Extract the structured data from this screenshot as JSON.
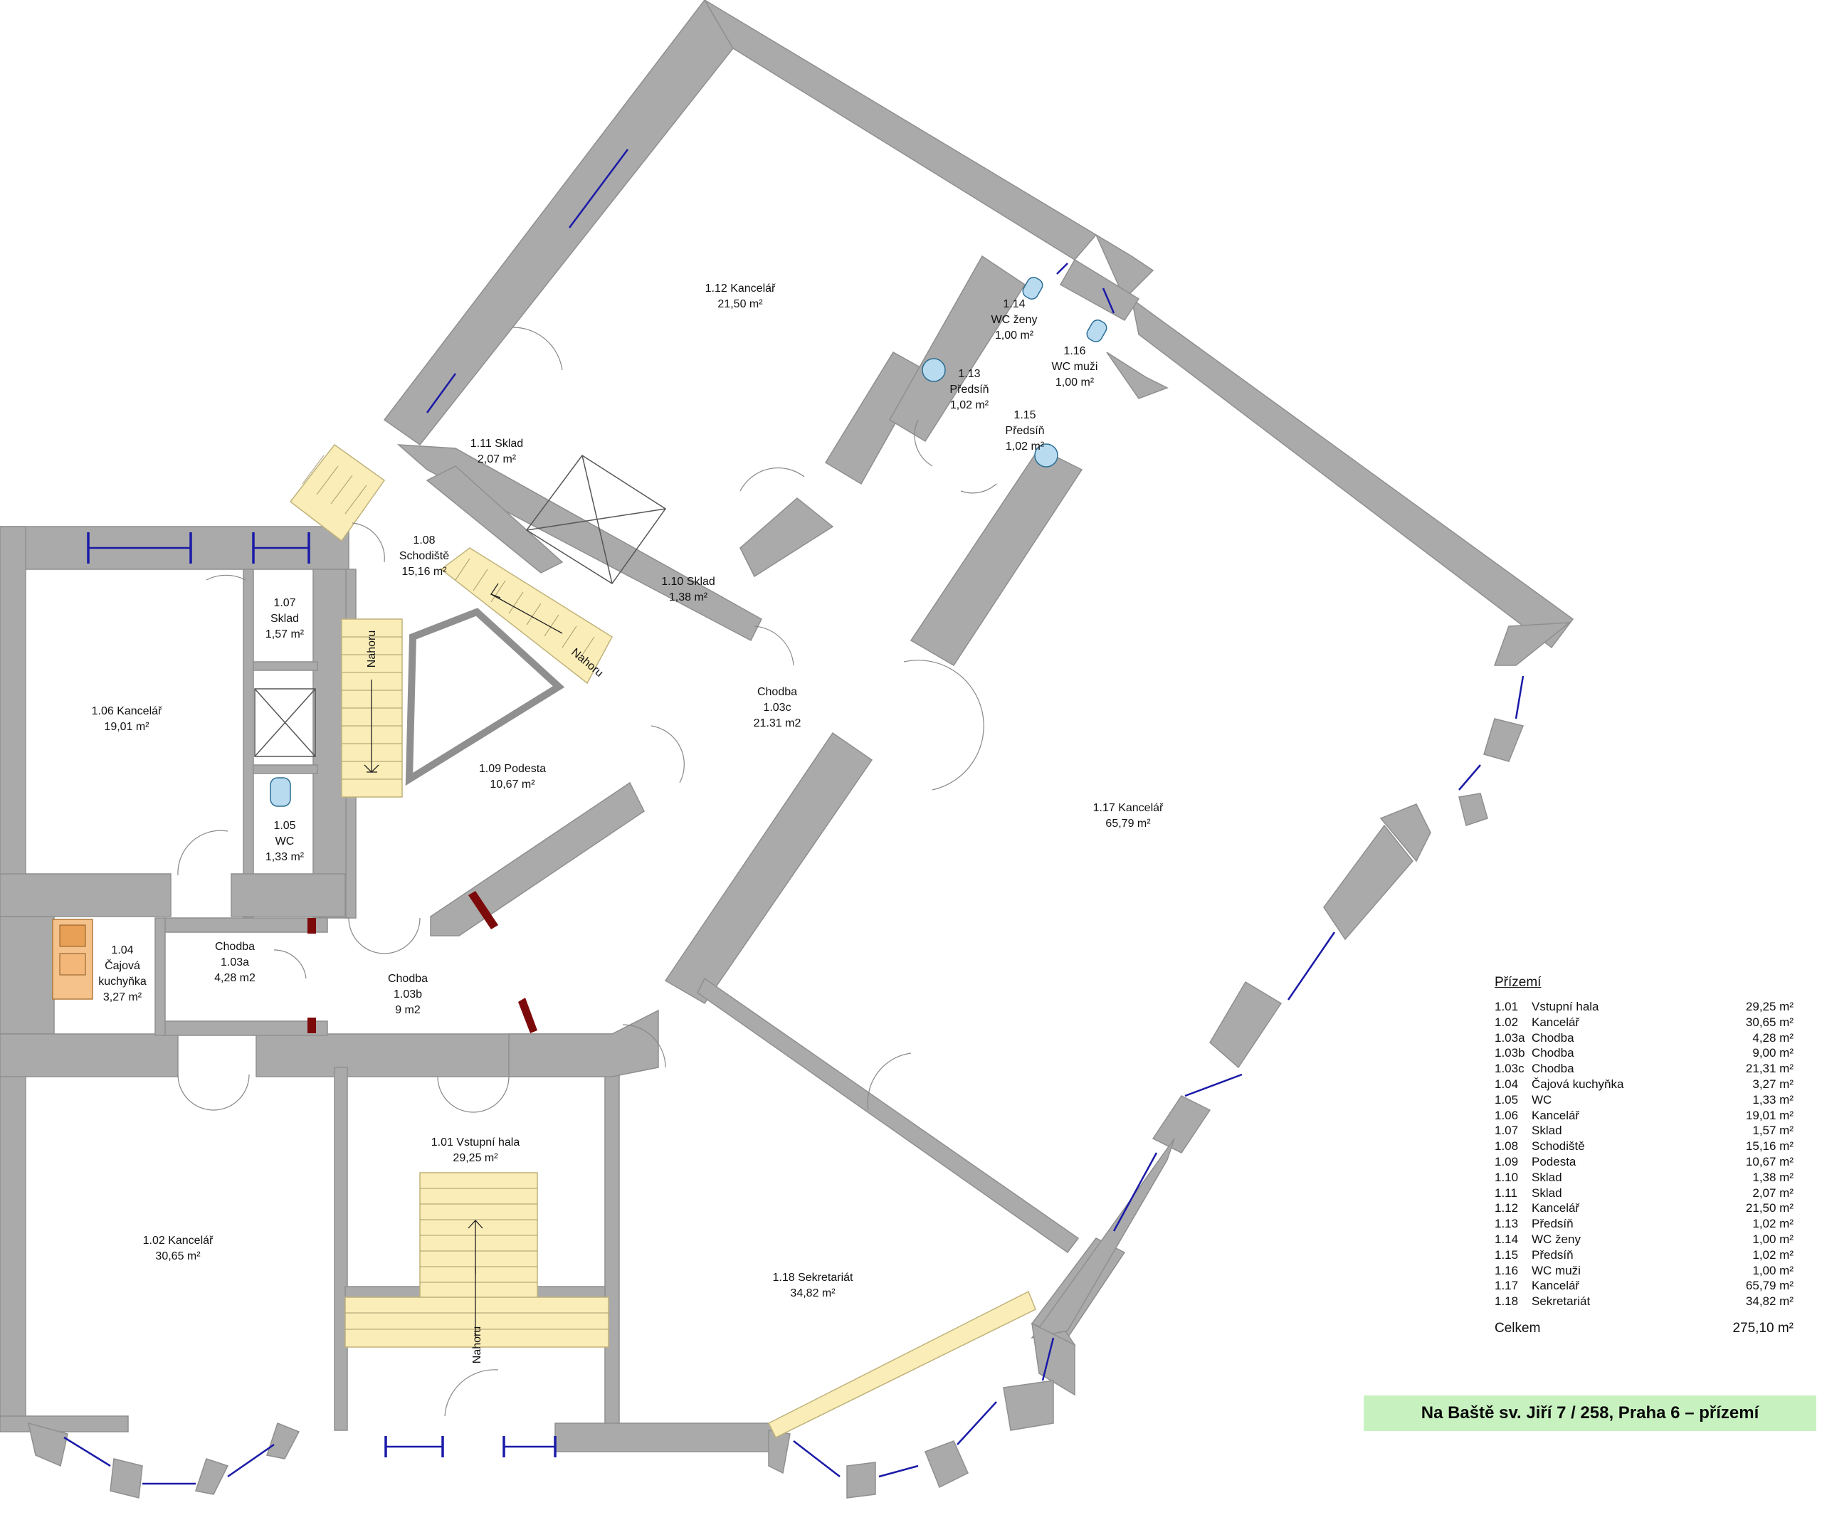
{
  "rooms": [
    {
      "code": "1.12",
      "name": "Kancelář",
      "area": "21,50 m²"
    },
    {
      "code": "1.14",
      "name": "WC ženy",
      "area": "1,00 m²"
    },
    {
      "code": "1.16",
      "name": "WC muži",
      "area": "1,00 m²"
    },
    {
      "code": "1.13",
      "name": "Předsíň",
      "area": "1,02 m²"
    },
    {
      "code": "1.15",
      "name": "Předsíň",
      "area": "1,02 m²"
    },
    {
      "code": "1.11",
      "name": "Sklad",
      "area": "2,07 m²"
    },
    {
      "code": "1.08",
      "name": "Schodiště",
      "area": "15,16 m²"
    },
    {
      "code": "1.10",
      "name": "Sklad",
      "area": "1,38 m²"
    },
    {
      "code": "1.07",
      "name": "Sklad",
      "area": "1,57 m²"
    },
    {
      "code": "1.06",
      "name": "Kancelář",
      "area": "19,01 m²"
    },
    {
      "code": "",
      "name": "Chodba",
      "area": "1.03c",
      "extra": "21.31 m2"
    },
    {
      "code": "1.09",
      "name": "Podesta",
      "area": "10,67 m²"
    },
    {
      "code": "1.17",
      "name": "Kancelář",
      "area": "65,79 m²"
    },
    {
      "code": "1.05",
      "name": "WC",
      "area": "1,33 m²"
    },
    {
      "code": "1.04",
      "name": "Čajová",
      "area": "kuchyňka",
      "extra": "3,27 m²"
    },
    {
      "code": "",
      "name": "Chodba",
      "area": "1.03a",
      "extra": "4,28 m2"
    },
    {
      "code": "",
      "name": "Chodba",
      "area": "1.03b",
      "extra": "9 m2"
    },
    {
      "code": "1.01",
      "name": "Vstupní hala",
      "area": "29,25 m²"
    },
    {
      "code": "1.02",
      "name": "Kancelář",
      "area": "30,65 m²"
    },
    {
      "code": "1.18",
      "name": "Sekretariát",
      "area": "34,82 m²"
    }
  ],
  "stairs": {
    "up_label": "Nahoru"
  },
  "legend": {
    "title": "Přízemí",
    "rows": [
      {
        "code": "1.01",
        "name": "Vstupní hala",
        "area": "29,25 m²"
      },
      {
        "code": "1.02",
        "name": "Kancelář",
        "area": "30,65 m²"
      },
      {
        "code": "1.03a",
        "name": "Chodba",
        "area": "4,28 m²"
      },
      {
        "code": "1.03b",
        "name": "Chodba",
        "area": "9,00 m²"
      },
      {
        "code": "1.03c",
        "name": "Chodba",
        "area": "21,31 m²"
      },
      {
        "code": "1.04",
        "name": "Čajová kuchyňka",
        "area": "3,27 m²"
      },
      {
        "code": "1.05",
        "name": "WC",
        "area": "1,33 m²"
      },
      {
        "code": "1.06",
        "name": "Kancelář",
        "area": "19,01 m²"
      },
      {
        "code": "1.07",
        "name": "Sklad",
        "area": "1,57 m²"
      },
      {
        "code": "1.08",
        "name": "Schodiště",
        "area": "15,16 m²"
      },
      {
        "code": "1.09",
        "name": "Podesta",
        "area": "10,67 m²"
      },
      {
        "code": "1.10",
        "name": "Sklad",
        "area": "1,38 m²"
      },
      {
        "code": "1.11",
        "name": "Sklad",
        "area": "2,07 m²"
      },
      {
        "code": "1.12",
        "name": "Kancelář",
        "area": "21,50 m²"
      },
      {
        "code": "1.13",
        "name": "Předsíň",
        "area": "1,02 m²"
      },
      {
        "code": "1.14",
        "name": "WC ženy",
        "area": "1,00 m²"
      },
      {
        "code": "1.15",
        "name": "Předsíň",
        "area": "1,02 m²"
      },
      {
        "code": "1.16",
        "name": "WC muži",
        "area": "1,00 m²"
      },
      {
        "code": "1.17",
        "name": "Kancelář",
        "area": "65,79 m²"
      },
      {
        "code": "1.18",
        "name": "Sekretariát",
        "area": "34,82 m²"
      }
    ],
    "total_label": "Celkem",
    "total_area": "275,10 m²"
  },
  "title_banner": "Na Baště sv. Jiří 7 / 258,  Praha 6 – přízemí",
  "colors": {
    "wall": "#aaaaaa",
    "stairs": "#fbedb8",
    "window": "#1a1aa8",
    "banner": "#c7f2c0",
    "post": "#7d0a0a"
  }
}
